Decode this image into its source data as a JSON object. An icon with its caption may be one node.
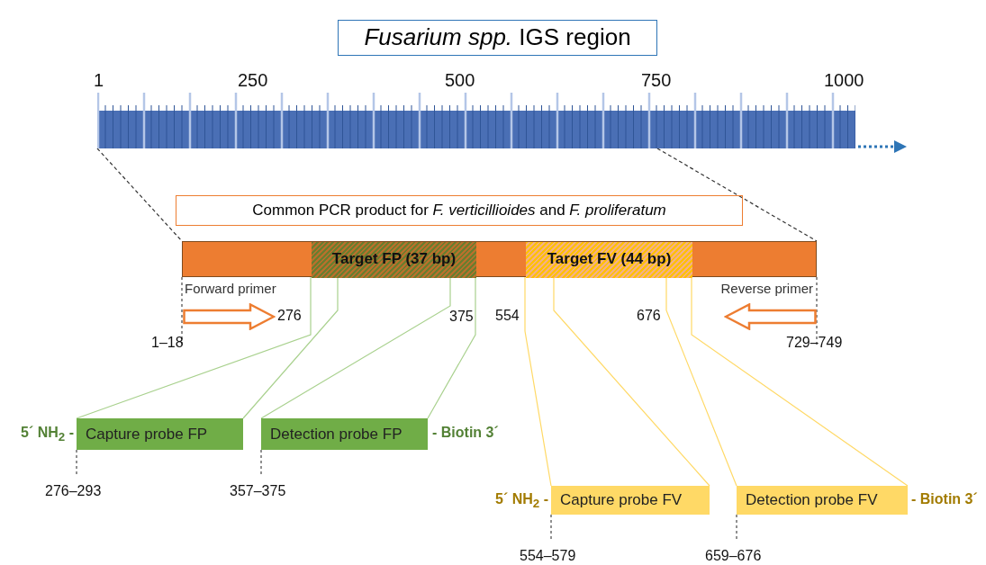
{
  "diagram": {
    "title": "*Fusarium spp.* IGS region",
    "nodes": [
      {
        "text": [],
        "shape": "bar"
      },
      {
        "text": [
          "Common PCR product for *F. verticillioides* and *F. proliferatum*"
        ]
      },
      {
        "text": [],
        "shape": "bar"
      },
      {
        "text": [
          "Target FP (37 bp)"
        ],
        "in": 2
      },
      {
        "text": [
          "Target FV (44 bp)"
        ],
        "in": 2
      },
      {
        "text": [
          "Forward primer"
        ]
      },
      {
        "text": [
          "Reverse primer"
        ]
      },
      {
        "text": [
          "Capture probe FP"
        ],
        "beside": [
          "5´ NH$_{2}$ -",
          "276–293"
        ]
      },
      {
        "text": [
          "Detection probe FP"
        ],
        "beside": [
          "- Biotin 3´",
          "357–375"
        ]
      },
      {
        "text": [
          "Capture probe FV"
        ],
        "beside": [
          "5´ NH$_{2}$ -",
          "554–579"
        ]
      },
      {
        "text": [
          "Detection probe FV"
        ],
        "beside": [
          "- Biotin 3´",
          "659–676"
        ]
      }
    ],
    "edges": [
      {
        "from": 0,
        "to": 2,
        "arrow": "none",
        "style": "dashed",
        "color": "#333333"
      },
      {
        "from": 0,
        "to": 2,
        "arrow": "none",
        "style": "dashed",
        "color": "#333333"
      },
      {
        "from": 3,
        "to": 7,
        "arrow": "none",
        "color": "#a9d18e"
      },
      {
        "from": 3,
        "to": 7,
        "arrow": "none",
        "color": "#a9d18e"
      },
      {
        "from": 3,
        "to": 8,
        "arrow": "none",
        "color": "#a9d18e"
      },
      {
        "from": 3,
        "to": 8,
        "arrow": "none",
        "color": "#a9d18e"
      },
      {
        "from": 4,
        "to": 9,
        "arrow": "none",
        "color": "#ffd966"
      },
      {
        "from": 4,
        "to": 9,
        "arrow": "none",
        "color": "#ffd966"
      },
      {
        "from": 4,
        "to": 10,
        "arrow": "none",
        "color": "#ffd966"
      },
      {
        "from": 4,
        "to": 10,
        "arrow": "none",
        "color": "#ffd966"
      }
    ],
    "labels": [
      "1",
      "250",
      "500",
      "750",
      "1000",
      "276",
      "375",
      "554",
      "676",
      "1–18",
      "729–749"
    ]
  }
}
